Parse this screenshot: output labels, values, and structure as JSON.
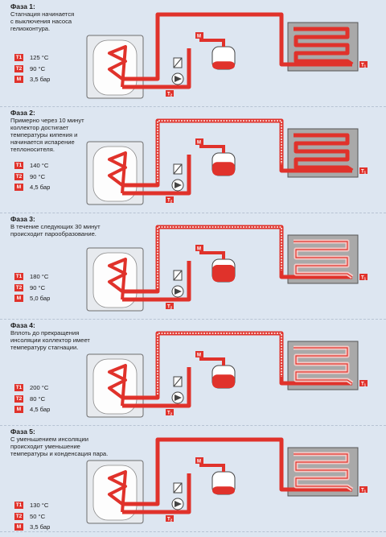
{
  "phases": [
    {
      "title": "Фаза 1:",
      "text": "Стагнация начинается\nс выключения насоса\nгелиоконтура.",
      "params": [
        {
          "badge": "T1",
          "value": "125 °C"
        },
        {
          "badge": "T2",
          "value": "90 °C"
        },
        {
          "badge": "M",
          "value": "3,5 бар"
        }
      ]
    },
    {
      "title": "Фаза 2:",
      "text": "Примерно через 10 минут\nколлектор достигает\nтемпературы кипения и\nначинается испарение\nтеплоносителя.",
      "params": [
        {
          "badge": "T1",
          "value": "140 °C"
        },
        {
          "badge": "T2",
          "value": "90 °C"
        },
        {
          "badge": "M",
          "value": "4,5 бар"
        }
      ]
    },
    {
      "title": "Фаза 3:",
      "text": "В течение следующих 30 минут\nпроисходит парообразование.",
      "params": [
        {
          "badge": "T1",
          "value": "180 °C"
        },
        {
          "badge": "T2",
          "value": "90 °C"
        },
        {
          "badge": "M",
          "value": "5,0 бар"
        }
      ]
    },
    {
      "title": "Фаза 4:",
      "text": "Вплоть до прекращения\nинсоляции коллектор имеет\nтемпературу стагнации.",
      "params": [
        {
          "badge": "T1",
          "value": "200 °C"
        },
        {
          "badge": "T2",
          "value": "80 °C"
        },
        {
          "badge": "M",
          "value": "4,5 бар"
        }
      ]
    },
    {
      "title": "Фаза 5:",
      "text": "С уменьшением инсоляции\nпроисходит уменьшение\nтемпературы и конденсация пара.",
      "params": [
        {
          "badge": "T1",
          "value": "130 °C"
        },
        {
          "badge": "T2",
          "value": "50 °C"
        },
        {
          "badge": "M",
          "value": "3,5 бар"
        }
      ]
    }
  ],
  "diagram_labels": {
    "t1": "T1",
    "t2": "T2",
    "m": "M"
  },
  "colors": {
    "pipe": "#e0322b",
    "background": "#dde6f1",
    "collector": "#a9a9a9",
    "steam": "#f4c9c6"
  }
}
